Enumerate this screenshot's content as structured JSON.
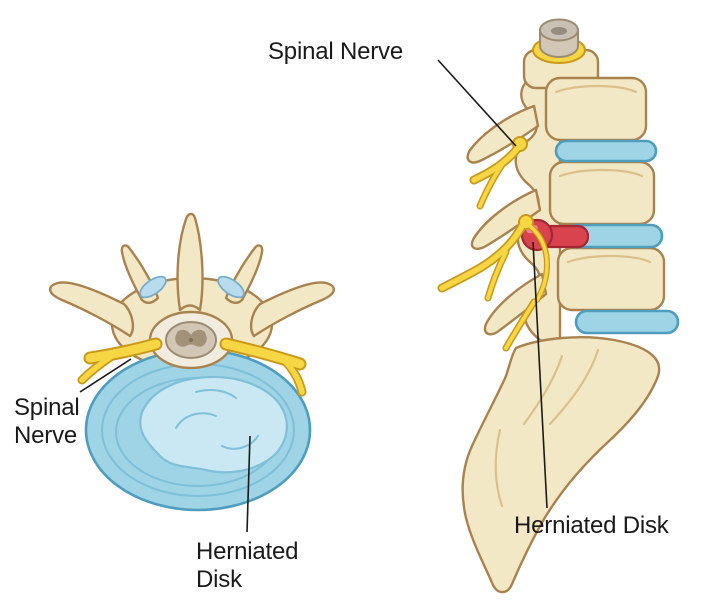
{
  "labels": {
    "spinal_nerve_top": "Spinal Nerve",
    "spinal_nerve_left": "Spinal\nNerve",
    "herniated_disk_axial": "Herniated\nDisk",
    "herniated_disk_lateral": "Herniated Disk"
  },
  "colors": {
    "background": "#ffffff",
    "ink": "#1a1a1a",
    "bone": "#f3e8c5",
    "bone_outline": "#a9834f",
    "bone_shadow": "#dcc08c",
    "canal": "#f2ecdf",
    "cord_gray": "#d2c7b5",
    "cord_gray_dark": "#9b8b72",
    "gray_matter": "#a3927a",
    "facet_blue": "#b9dcec",
    "disk_blue": "#9fd3e6",
    "disk_blue_mid": "#7fc0d8",
    "disk_blue_light": "#c9e8f3",
    "disk_blue_dark": "#4f9dbc",
    "nerve_yellow": "#f7d644",
    "nerve_outline": "#c9991c",
    "herniation_red": "#d8434e",
    "herniation_red_dark": "#a32833"
  }
}
